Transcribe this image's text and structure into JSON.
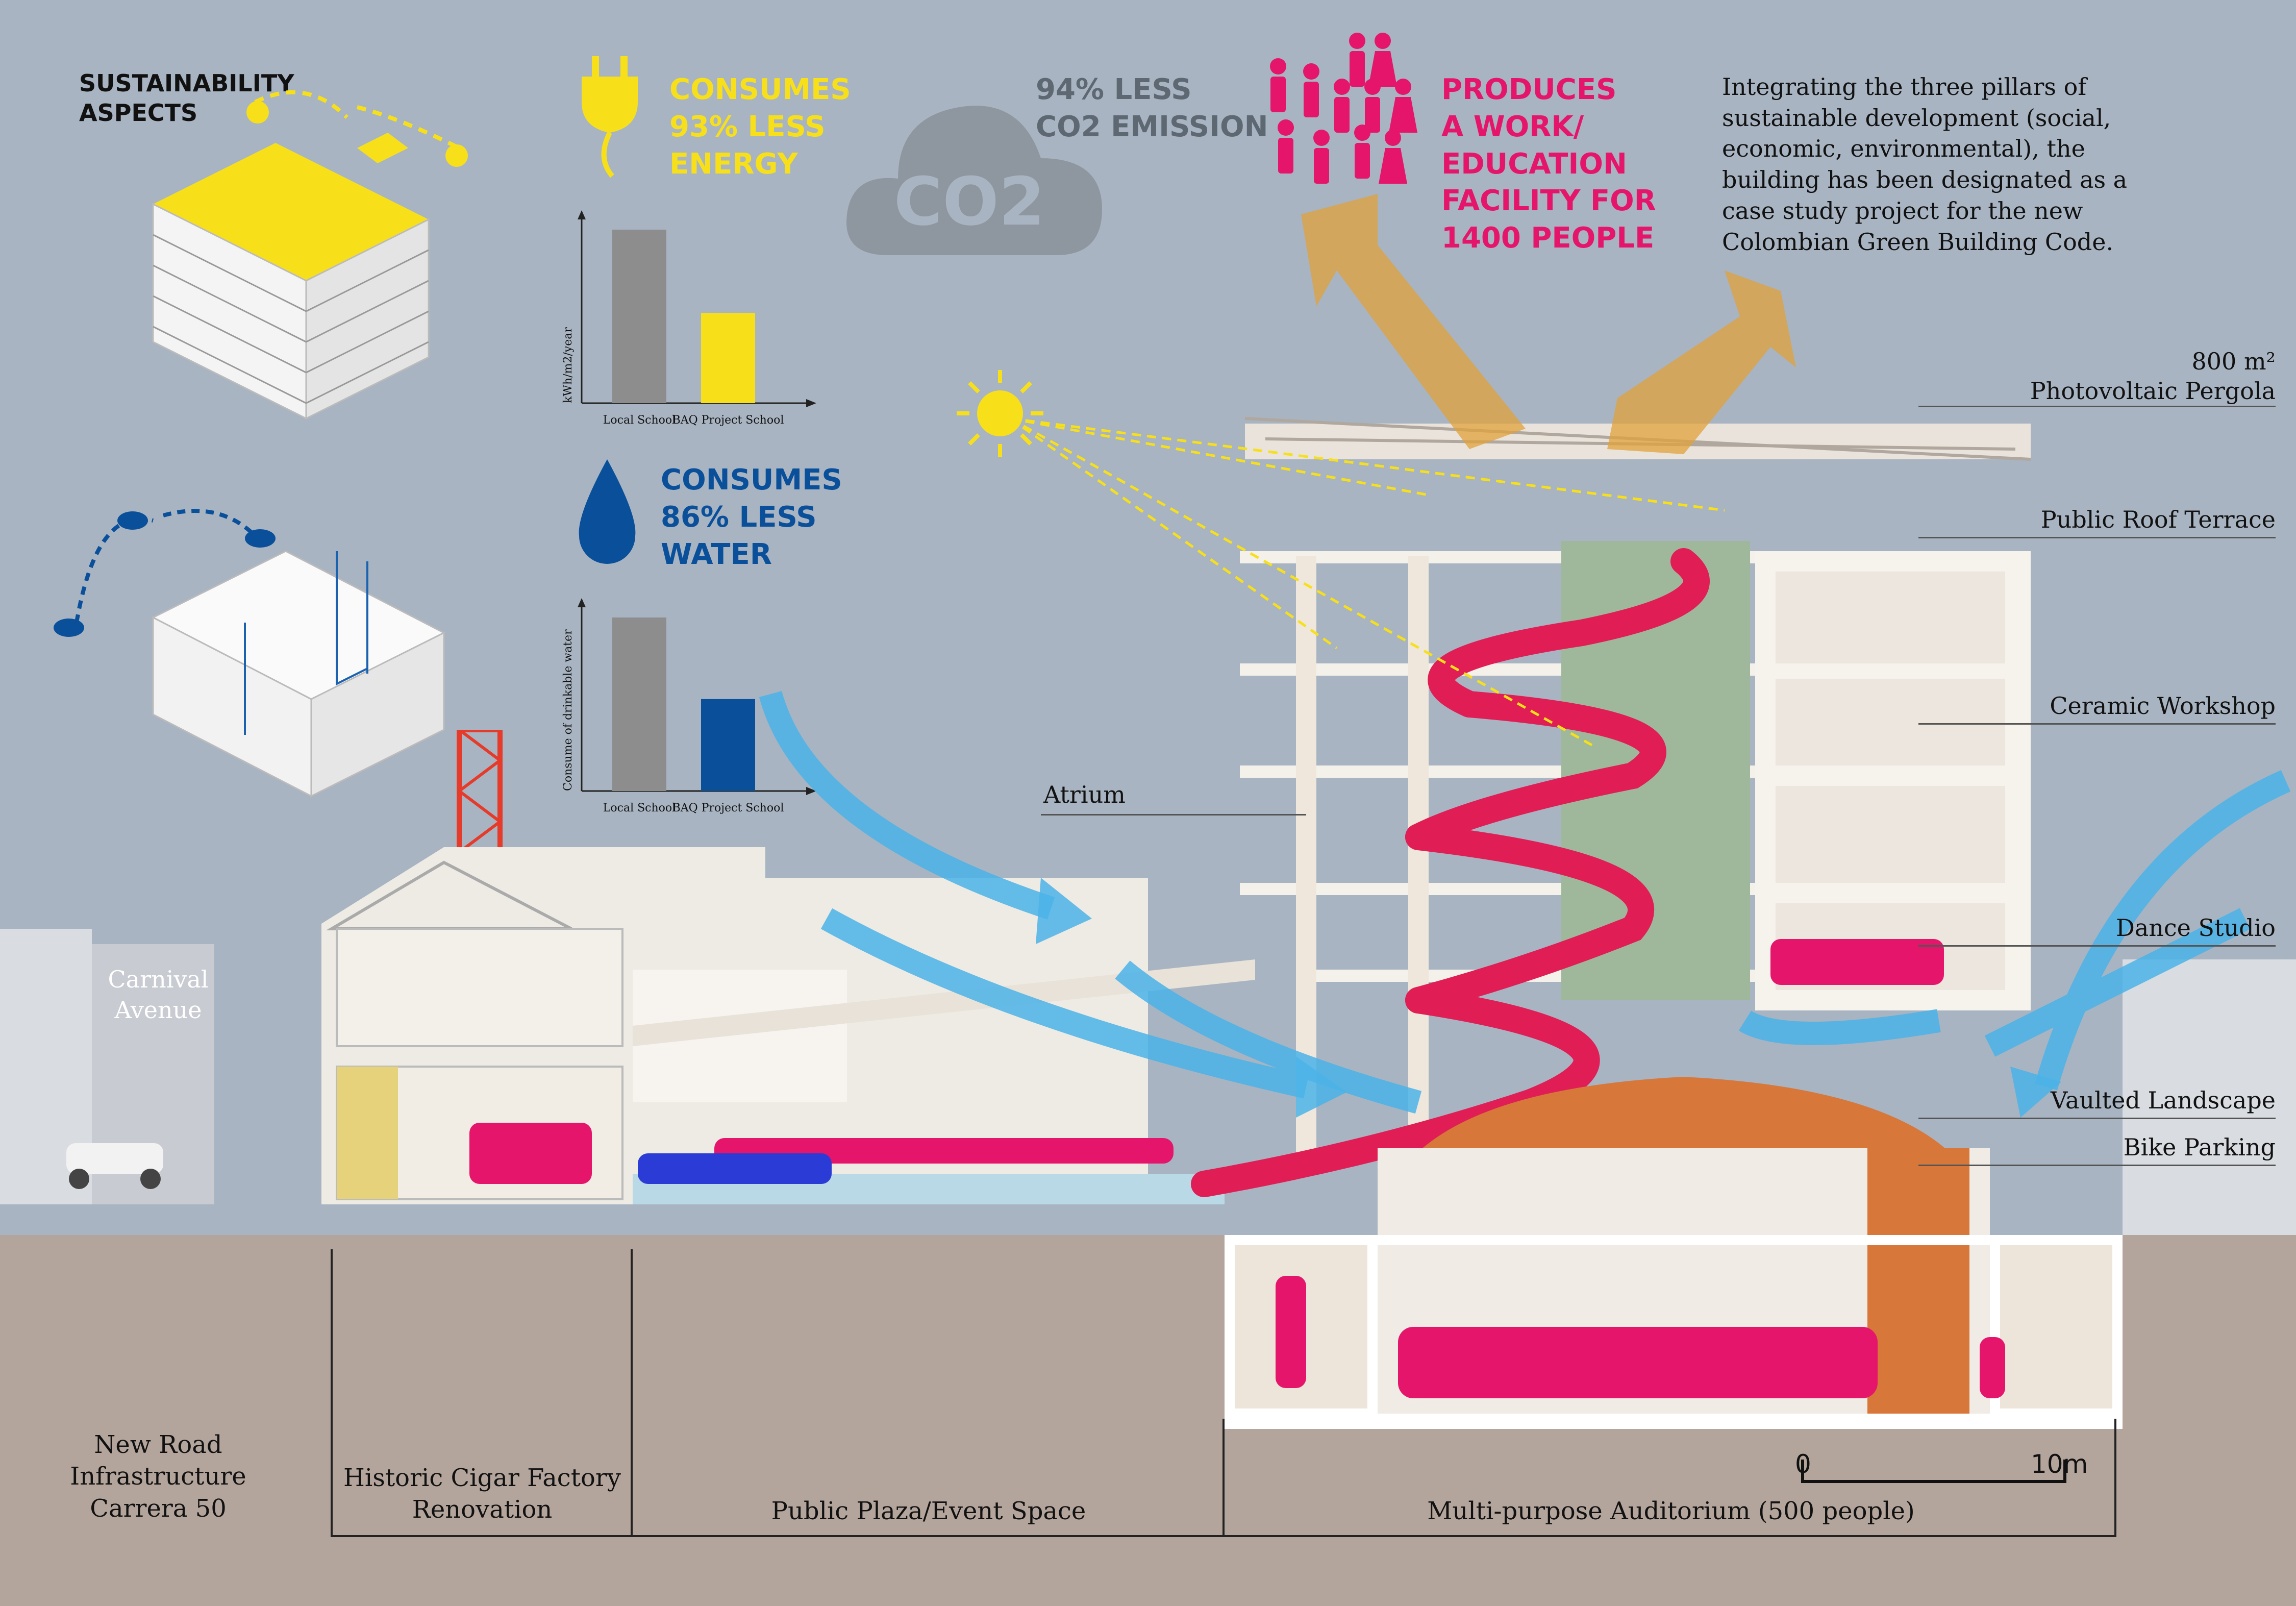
{
  "sustainability": {
    "title": "SUSTAINABILITY\nASPECTS"
  },
  "energy": {
    "headline": "CONSUMES\n93% LESS\nENERGY",
    "color": "#f7e01a",
    "chart_ylabel": "kWh/m2/year",
    "bars": [
      {
        "label": "Local School",
        "value": 100,
        "color": "#8d8d8d"
      },
      {
        "label": "BAQ Project School",
        "value": 52,
        "color": "#f7e01a"
      }
    ]
  },
  "emission": {
    "headline": "94% LESS\nCO2 EMISSION",
    "cloud_text": "CO2"
  },
  "water": {
    "headline": "CONSUMES\n86% LESS\nWATER",
    "color": "#0a4f9a",
    "chart_ylabel": "Consume of drinkable water",
    "bars": [
      {
        "label": "Local School",
        "value": 100,
        "color": "#8d8d8d"
      },
      {
        "label": "BAQ Project School",
        "value": 53,
        "color": "#0a4f9a"
      }
    ]
  },
  "social": {
    "headline": "PRODUCES\nA WORK/\nEDUCATION\nFACILITY FOR\n1400 PEOPLE",
    "color": "#e5156b"
  },
  "intro": {
    "text": "Integrating the three pillars of sustainable development (social, economic, environmental), the building has been designated as a case study project for the new Colombian Green Building Code."
  },
  "section_labels": {
    "pergola": "800 m²\nPhotovoltaic Pergola",
    "roof_terrace": "Public Roof Terrace",
    "ceramic": "Ceramic Workshop",
    "dance": "Dance Studio",
    "vaulted": "Vaulted Landscape",
    "bike": "Bike Parking",
    "atrium": "Atrium",
    "carnival": "Carnival\nAvenue"
  },
  "bottom": {
    "road": "New Road\nInfrastructure\nCarrera 50",
    "cigar": "Historic Cigar Factory\nRenovation",
    "plaza": "Public Plaza/Event Space",
    "auditorium": "Multi-purpose Auditorium (500 people)"
  },
  "scale": {
    "start": "0",
    "end": "10m"
  },
  "colors": {
    "sky": "#a8b4c2",
    "ground": "#b4a59c",
    "magenta": "#e5156b",
    "arrow_blue": "#4bb3e8",
    "arrow_gold": "#e0a13a",
    "sun": "#f7e01a",
    "wood": "#d8773a"
  }
}
